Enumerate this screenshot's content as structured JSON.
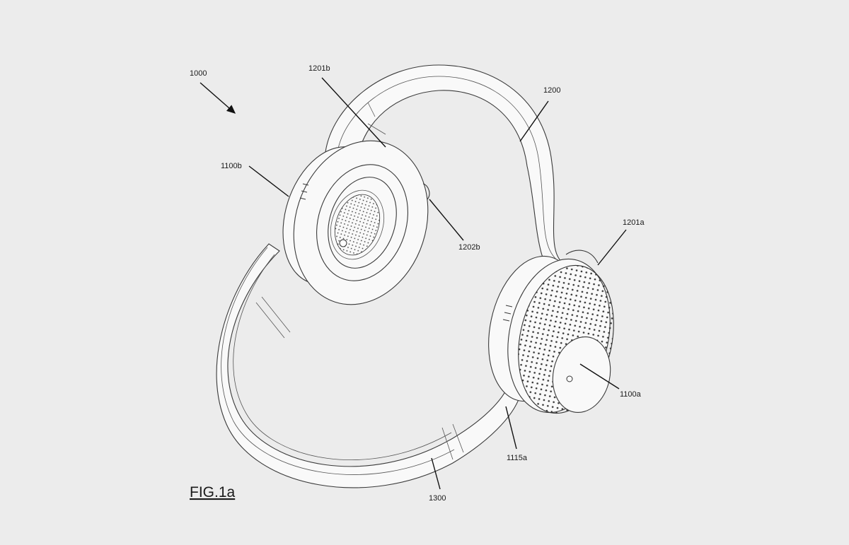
{
  "figure": {
    "title": "FIG.1a"
  },
  "labels": {
    "device": "1000",
    "headband": "1200",
    "neck_band": "1300",
    "earcup_right": "1100a",
    "earcup_left": "1100b",
    "hinge_right": "1201a",
    "hinge_left": "1201b",
    "button_left": "1202b",
    "joint_right": "1115a"
  }
}
